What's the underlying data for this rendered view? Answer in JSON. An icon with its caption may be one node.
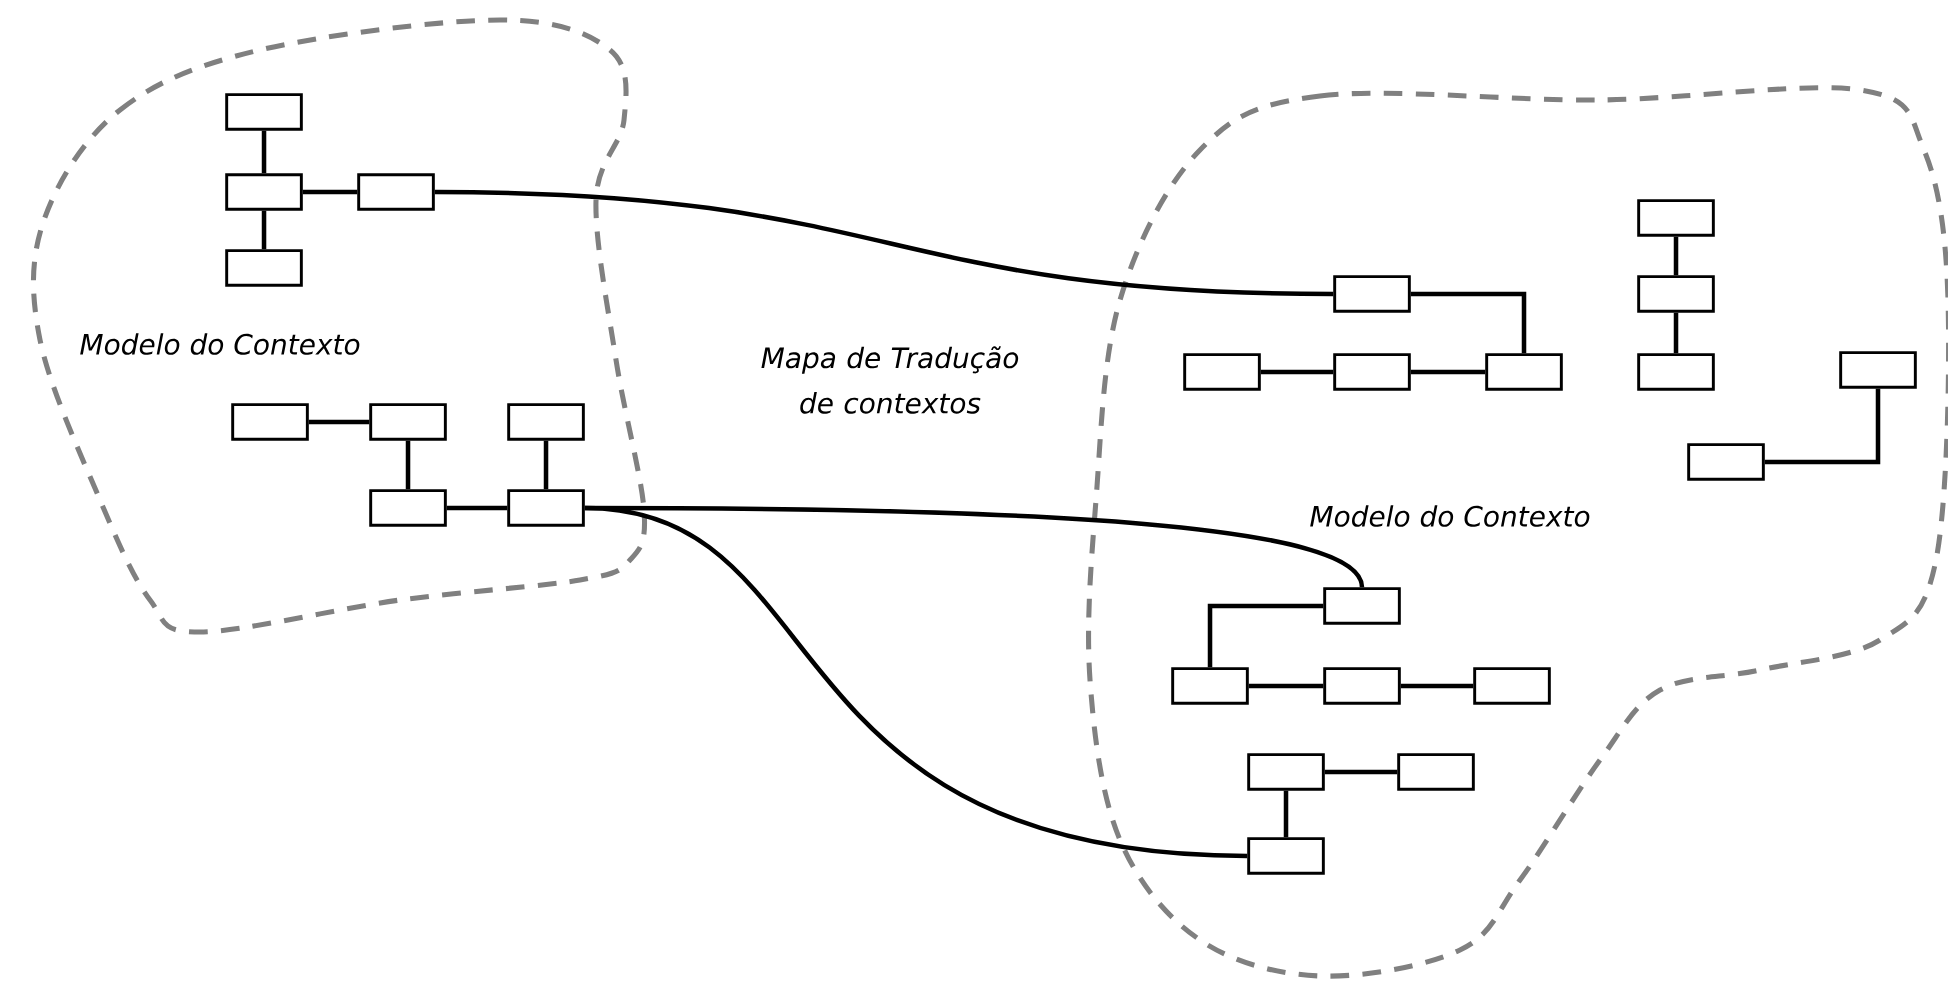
{
  "diagram": {
    "nodes": [
      {
        "text": [
          "Modelo do Contexto"
        ]
      },
      {
        "text": [],
        "shape": "box",
        "in": 0
      },
      {
        "text": [],
        "shape": "box",
        "in": 0
      },
      {
        "text": [],
        "shape": "box",
        "in": 0
      },
      {
        "text": [],
        "shape": "box",
        "in": 0
      },
      {
        "text": [],
        "shape": "box",
        "in": 0
      },
      {
        "text": [],
        "shape": "box",
        "in": 0
      },
      {
        "text": [],
        "shape": "box",
        "in": 0
      },
      {
        "text": [],
        "shape": "box",
        "in": 0
      },
      {
        "text": [],
        "shape": "box",
        "in": 0
      },
      {
        "text": [
          "Modelo do Contexto"
        ]
      },
      {
        "text": [],
        "shape": "box",
        "in": 10
      },
      {
        "text": [],
        "shape": "box",
        "in": 10
      },
      {
        "text": [],
        "shape": "box",
        "in": 10
      },
      {
        "text": [],
        "shape": "box",
        "in": 10
      },
      {
        "text": [],
        "shape": "box",
        "in": 10
      },
      {
        "text": [],
        "shape": "box",
        "in": 10
      },
      {
        "text": [],
        "shape": "box",
        "in": 10
      },
      {
        "text": [],
        "shape": "box",
        "in": 10
      },
      {
        "text": [],
        "shape": "box",
        "in": 10
      },
      {
        "text": [],
        "shape": "box",
        "in": 10
      },
      {
        "text": [],
        "shape": "box",
        "in": 10
      },
      {
        "text": [],
        "shape": "box",
        "in": 10
      },
      {
        "text": [],
        "shape": "box",
        "in": 10
      },
      {
        "text": [],
        "shape": "box",
        "in": 10
      },
      {
        "text": [],
        "shape": "box",
        "in": 10
      },
      {
        "text": [],
        "shape": "box",
        "in": 10
      }
    ],
    "edges": [
      {
        "from": 1,
        "to": 2,
        "arrow": "none"
      },
      {
        "from": 2,
        "to": 3,
        "arrow": "none"
      },
      {
        "from": 2,
        "to": 4,
        "arrow": "none"
      },
      {
        "from": 4,
        "to": 11,
        "arrow": "none"
      },
      {
        "from": 5,
        "to": 6,
        "arrow": "none"
      },
      {
        "from": 6,
        "to": 8,
        "arrow": "none"
      },
      {
        "from": 7,
        "to": 9,
        "arrow": "none"
      },
      {
        "from": 8,
        "to": 9,
        "arrow": "none"
      },
      {
        "from": 9,
        "to": 20,
        "arrow": "none"
      },
      {
        "from": 9,
        "to": 26,
        "arrow": "none"
      },
      {
        "from": 11,
        "to": 14,
        "arrow": "none"
      },
      {
        "from": 12,
        "to": 13,
        "arrow": "none"
      },
      {
        "from": 13,
        "to": 14,
        "arrow": "none"
      },
      {
        "from": 15,
        "to": 16,
        "arrow": "none"
      },
      {
        "from": 16,
        "to": 17,
        "arrow": "none"
      },
      {
        "from": 18,
        "to": 19,
        "arrow": "none"
      },
      {
        "from": 20,
        "to": 21,
        "arrow": "none"
      },
      {
        "from": 21,
        "to": 22,
        "arrow": "none"
      },
      {
        "from": 22,
        "to": 23,
        "arrow": "none"
      },
      {
        "from": 24,
        "to": 25,
        "arrow": "none"
      },
      {
        "from": 24,
        "to": 26,
        "arrow": "none"
      }
    ],
    "labels": [
      "Mapa de Tradução de contextos"
    ]
  }
}
